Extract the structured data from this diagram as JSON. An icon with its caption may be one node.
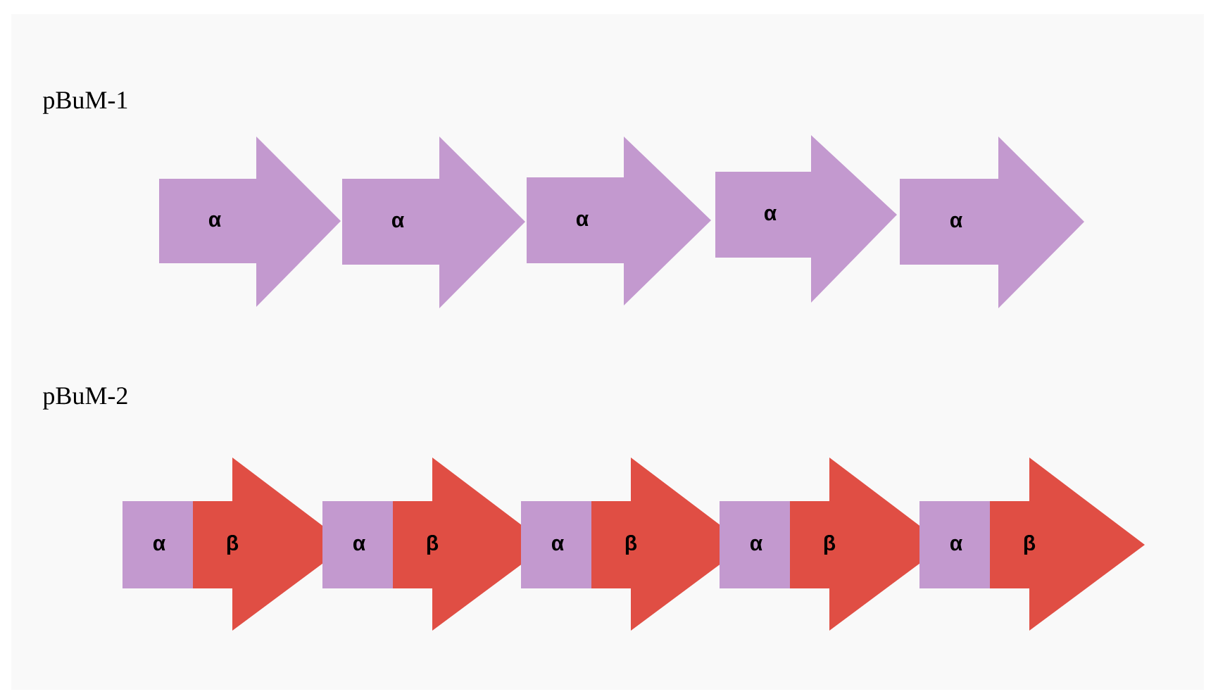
{
  "diagram": {
    "nodes": [
      {
        "text": [
          "α"
        ]
      },
      {
        "text": [
          "α"
        ]
      },
      {
        "text": [
          "α"
        ]
      },
      {
        "text": [
          "α"
        ]
      },
      {
        "text": [
          "α"
        ]
      },
      {
        "text": [
          "α"
        ]
      },
      {
        "text": [
          "β"
        ]
      },
      {
        "text": [
          "α"
        ]
      },
      {
        "text": [
          "β"
        ]
      },
      {
        "text": [
          "α"
        ]
      },
      {
        "text": [
          "β"
        ]
      },
      {
        "text": [
          "α"
        ]
      },
      {
        "text": [
          "β"
        ]
      },
      {
        "text": [
          "α"
        ]
      },
      {
        "text": [
          "β"
        ]
      }
    ],
    "labels": [
      "pBuM-1",
      "pBuM-2"
    ]
  }
}
